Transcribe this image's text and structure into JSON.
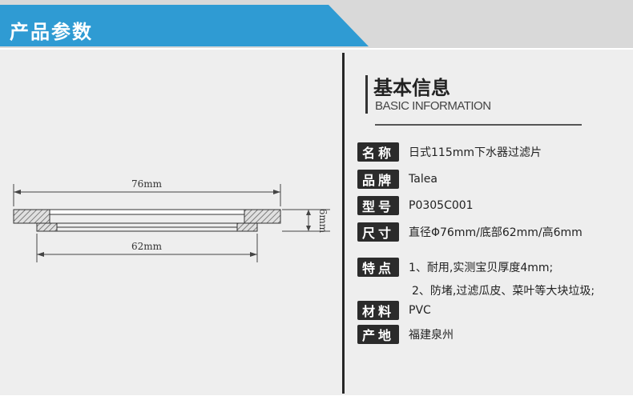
{
  "header": {
    "title": "产品参数"
  },
  "drawing": {
    "outer_dim": "76mm",
    "inner_dim": "62mm",
    "height_dim": "6mm"
  },
  "info": {
    "title": "基本信息",
    "subtitle": "BASIC INFORMATION",
    "rows": [
      {
        "label": "名称",
        "value": "日式115mm下水器过滤片"
      },
      {
        "label": "品牌",
        "value": "Talea"
      },
      {
        "label": "型号",
        "value": "P0305C001"
      },
      {
        "label": "尺寸",
        "value": "直径Φ76mm/底部62mm/高6mm"
      },
      {
        "label": "特点",
        "value": "1、耐用,实测宝贝厚度4mm;",
        "value2": "2、防堵,过滤瓜皮、菜叶等大块垃圾;"
      },
      {
        "label": "材料",
        "value": "PVC"
      },
      {
        "label": "产地",
        "value": "福建泉州"
      }
    ]
  }
}
